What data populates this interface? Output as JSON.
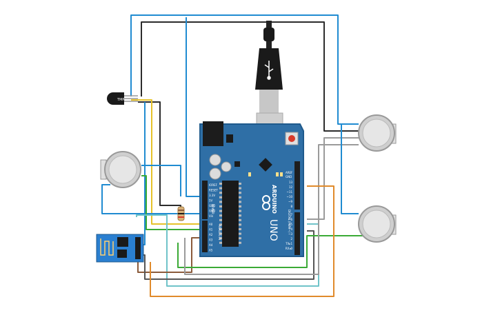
{
  "canvas": {
    "background": "#ffffff"
  },
  "board": {
    "brand": "ARDUINO",
    "model": "UNO",
    "power_header_title": "POWER",
    "analog_header_title": "ANALOG IN",
    "digital_header_title": "DIGITAL (PWM~)",
    "aref_label": "AREF",
    "gnd_label": "GND",
    "power_pins": [
      "IOREF",
      "RESET",
      "3.3V",
      "5V",
      "GND",
      "GND",
      "Vin"
    ],
    "analog_pins": [
      "A0",
      "A1",
      "A2",
      "A3",
      "A4",
      "A5"
    ],
    "digital_pins_upper": [
      "13",
      "12",
      "~11",
      "~10",
      "~9",
      "8"
    ],
    "digital_pins_lower": [
      "7",
      "~6",
      "~5",
      "4",
      "~3",
      "2",
      "TX▸1",
      "RX◂0"
    ],
    "colors": {
      "pcb": "#2f6fa6",
      "pcb_edge": "#1f5a8c",
      "header": "#1e1e1e",
      "silk": "#ffffff"
    }
  },
  "components": {
    "temp_sensor_label": "TMP",
    "gas_sensor_count": 3,
    "resistor": "resistor",
    "wifi_module": "ESP8266"
  },
  "wire_colors": {
    "blue": "#1f8bd1",
    "black": "#2b2b2b",
    "yellow": "#e6c229",
    "green": "#3aaa35",
    "orange": "#e08a2a",
    "brown": "#8a5a3a",
    "gray": "#9a9a9a",
    "cyan": "#6fc3c9"
  }
}
